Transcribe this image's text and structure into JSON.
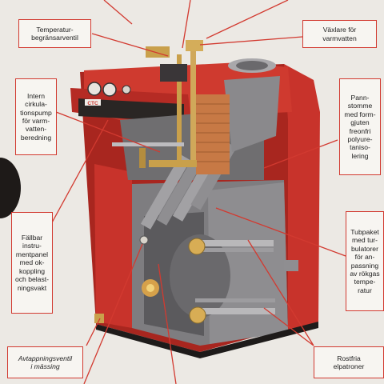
{
  "brand_plate": "CTC",
  "labels": {
    "temp_limiter": "Temperatur-\nbegränsarventil",
    "heat_exchanger": "Växlare för\nvarmvatten",
    "internal_pump": "Intern\ncirkula-\ntionspump\nför varm-\nvatten-\nberedning",
    "boiler_body": "Pann-\nstomme\nmed form-\ngjuten\nfreonfri\npolyure-\ntaniso-\nlering",
    "control_panel": "Fällbar\ninstru-\nmentpanel\nmed ok-\nkoppling\noch belast-\nningsvakt",
    "tube_pack": "Tubpaket\nmed tur-\nbulatorer\nför an-\npassning\nav rökgas\ntempe-\nratur",
    "drain_valve": "Avtappningsventil\ni mässing",
    "heating_elements": "Rostfria\nelpatroner"
  },
  "colors": {
    "boiler_red": "#c8332b",
    "label_border": "#d23a30",
    "background": "#ece9e4"
  }
}
